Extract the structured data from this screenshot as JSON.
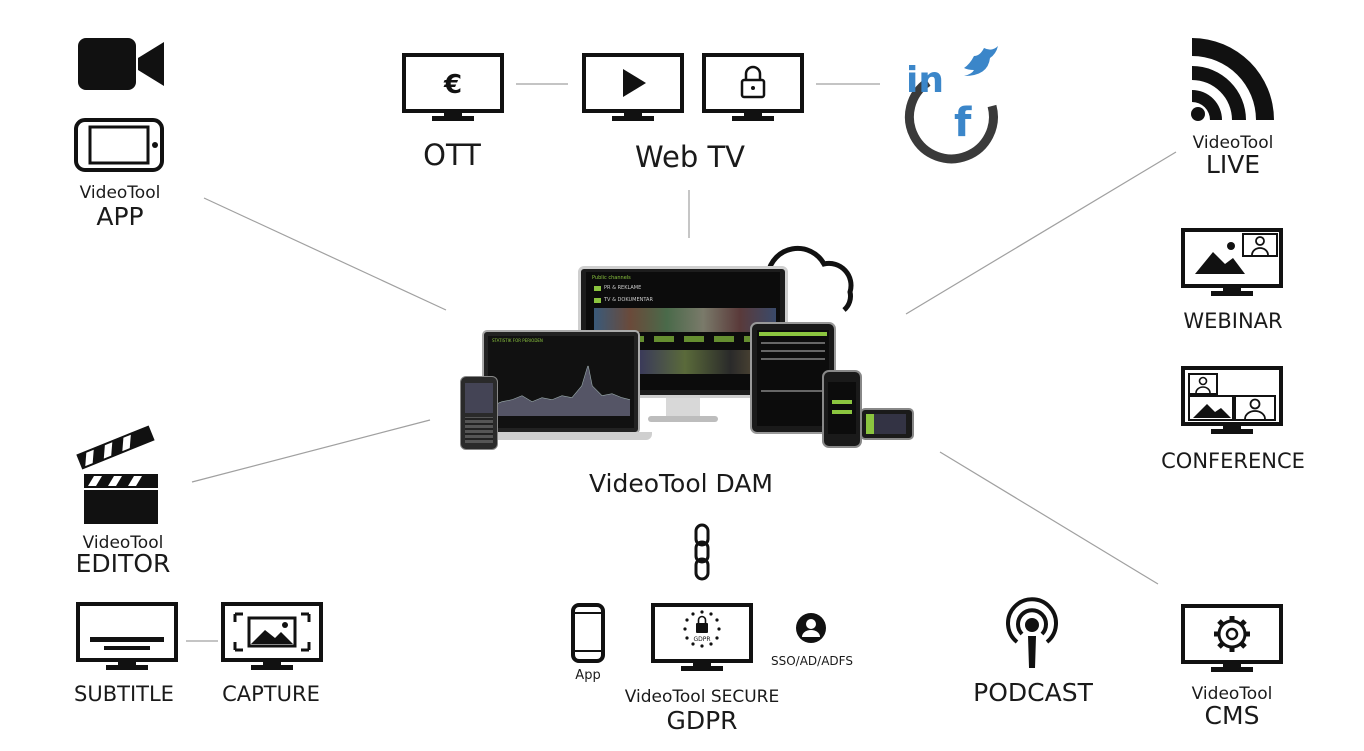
{
  "top": {
    "ott_label": "OTT",
    "webtv_label": "Web TV",
    "social_letters": {
      "in": "in",
      "f": "f"
    }
  },
  "app": {
    "line1": "VideoTool",
    "line2": "APP"
  },
  "live": {
    "line1": "VideoTool",
    "line2": "LIVE"
  },
  "webinar": {
    "label": "WEBINAR"
  },
  "conference": {
    "label": "CONFERENCE"
  },
  "editor": {
    "line1": "VideoTool",
    "line2": "EDITOR"
  },
  "subtitle": {
    "label": "SUBTITLE"
  },
  "capture": {
    "label": "CAPTURE"
  },
  "dam": {
    "label": "VideoTool DAM"
  },
  "secure": {
    "app_label": "App",
    "sso_label": "SSO/AD/ADFS",
    "gdpr_badge": "GDPR",
    "line1": "VideoTool SECURE",
    "line2": "GDPR"
  },
  "podcast": {
    "label": "PODCAST"
  },
  "cms": {
    "line1": "VideoTool",
    "line2": "CMS"
  },
  "screen": {
    "monitor_header": "Public channels",
    "folder1": "PR & REKLAME",
    "folder2": "TV & DOKUMENTAR",
    "laptop_header": "STATISTIK FOR PERIODEN"
  },
  "colors": {
    "icon": "#111111",
    "connector": "#9a9a9a",
    "social_blue": "#3b86c9",
    "screen_green": "#8bc53f"
  }
}
